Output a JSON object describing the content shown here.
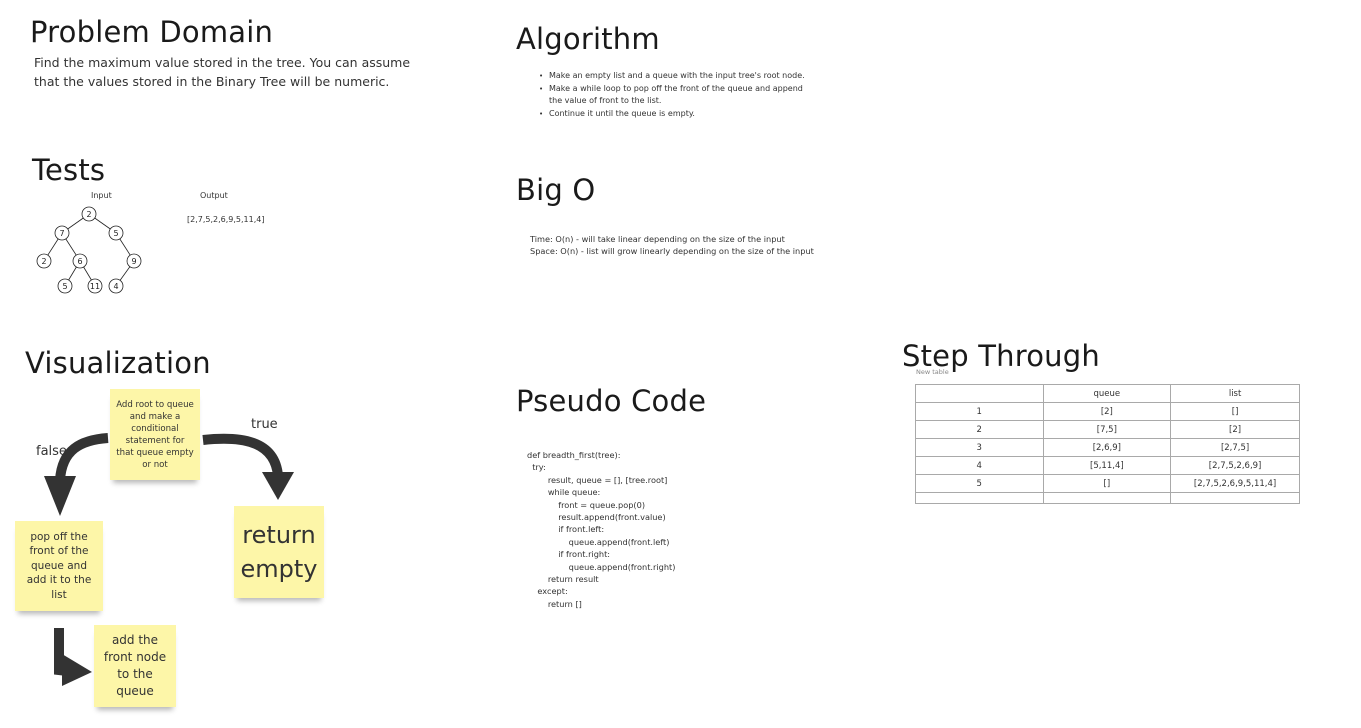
{
  "problem_domain": {
    "title": "Problem Domain",
    "text": "Find the maximum value stored in the tree. You can assume that the values stored in the Binary Tree will be numeric."
  },
  "algorithm": {
    "title": "Algorithm",
    "steps": [
      "Make an empty list and a queue with the input tree's root node.",
      "Make a while loop to pop off the front of the queue and append the value of front to the list.",
      "Continue it until the queue is empty."
    ]
  },
  "tests": {
    "title": "Tests",
    "input_label": "Input",
    "output_label": "Output",
    "output_value": "[2,7,5,2,6,9,5,11,4]",
    "tree_nodes": [
      "2",
      "7",
      "5",
      "2",
      "6",
      "9",
      "5",
      "11",
      "4"
    ]
  },
  "big_o": {
    "title": "Big O",
    "time": "Time: O(n) - will take linear depending on the size of the input",
    "space": "Space: O(n) - list will grow linearly depending on the size of the input"
  },
  "visualization": {
    "title": "Visualization",
    "note_root": "Add root to queue and make a conditional statement for that queue empty or not",
    "label_true": "true",
    "label_false": "false",
    "note_return": "return empty",
    "note_pop": "pop off the front of the queue and add it to the list",
    "note_add": "add the front node to the queue",
    "colors": {
      "sticky": "#fdf6a8",
      "arrow": "#333333"
    }
  },
  "pseudo_code": {
    "title": "Pseudo Code",
    "lines": [
      "def breadth_first(tree):",
      "  try:",
      "        result, queue = [], [tree.root]",
      "        while queue:",
      "            front = queue.pop(0)",
      "            result.append(front.value)",
      "            if front.left:",
      "                queue.append(front.left)",
      "            if front.right:",
      "                queue.append(front.right)",
      "        return result",
      "    except:",
      "        return []"
    ]
  },
  "step_through": {
    "title": "Step Through",
    "table_caption": "New table",
    "headers": [
      "",
      "queue",
      "list"
    ],
    "rows": [
      [
        "1",
        "[2]",
        "[]"
      ],
      [
        "2",
        "[7,5]",
        "[2]"
      ],
      [
        "3",
        "[2,6,9]",
        "[2,7,5]"
      ],
      [
        "4",
        "[5,11,4]",
        "[2,7,5,2,6,9]"
      ],
      [
        "5",
        "[]",
        "[2,7,5,2,6,9,5,11,4]"
      ],
      [
        "",
        "",
        ""
      ]
    ]
  }
}
